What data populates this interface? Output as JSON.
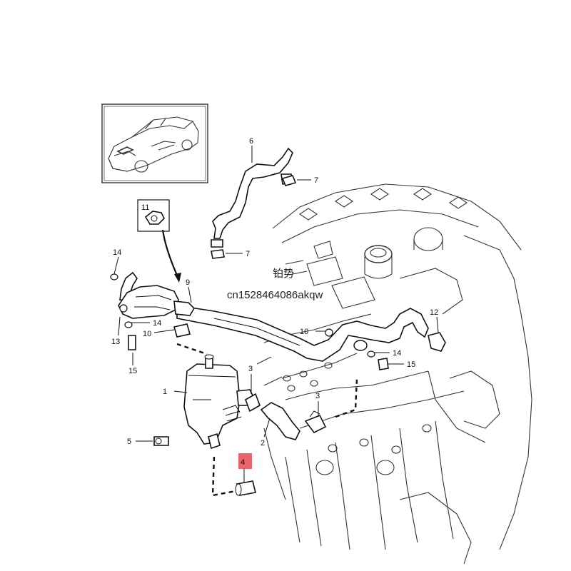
{
  "callouts": {
    "c1": "1",
    "c2": "2",
    "c3a": "3",
    "c3b": "3",
    "c4": "4",
    "c5": "5",
    "c6": "6",
    "c7a": "7",
    "c7b": "7",
    "c9": "9",
    "c10a": "10",
    "c10b": "10",
    "c11": "11",
    "c12": "12",
    "c13": "13",
    "c14a": "14",
    "c14b": "14",
    "c14c": "14",
    "c15a": "15",
    "c15b": "15"
  },
  "watermark": {
    "seller_text": "铂势",
    "store_id": "cn1528464086akqw"
  },
  "colors": {
    "highlight": "#e8545a"
  }
}
